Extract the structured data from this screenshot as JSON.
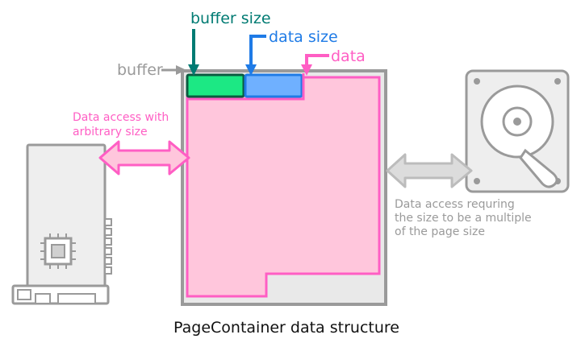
{
  "labels": {
    "buffer_size": "buffer size",
    "data_size": "data size",
    "buffer": "buffer",
    "data": "data",
    "left_access_line1": "Data access with",
    "left_access_line2": "arbitrary size",
    "right_access_line1": "Data access requring",
    "right_access_line2": "the size to be a multiple",
    "right_access_line3": "of the page size",
    "caption": "PageContainer data structure"
  },
  "colors": {
    "buffer_size": "#007b73",
    "data_size": "#1f7be6",
    "data": "#ff5ec4",
    "buffer": "#9a9a9a",
    "left_access": "#ff5ec4",
    "right_access": "#9a9a9a",
    "caption": "#111111",
    "container_fill": "#e9e9e9",
    "container_stroke": "#9a9a9a",
    "data_fill": "#ffc6dc",
    "buffer_size_block": "#1ce884",
    "data_size_block": "#6fb0ff"
  },
  "icons": {
    "left_device": "network-card-icon",
    "right_device": "hard-disk-icon"
  }
}
